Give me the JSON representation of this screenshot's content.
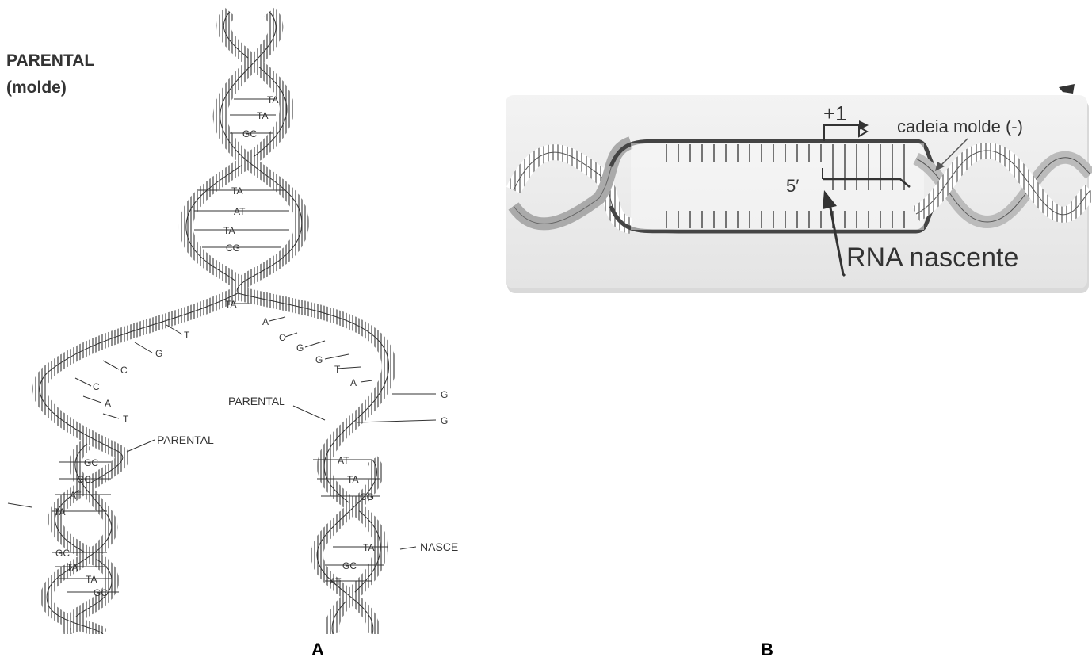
{
  "panel_a": {
    "title_line1": "PARENTAL",
    "title_line2": "(molde)",
    "pairs_top": [
      "TA",
      "TA",
      "GC"
    ],
    "pairs_mid": [
      "TA",
      "AT",
      "TA",
      "CG"
    ],
    "fork_pair": "TA",
    "left_bases": [
      "T",
      "G",
      "C",
      "C",
      "A",
      "T"
    ],
    "right_bases": [
      "A",
      "C",
      "G",
      "G",
      "T",
      "A"
    ],
    "right_outer_bases": [
      "G",
      "G"
    ],
    "label_parental_left": "PARENTAL",
    "label_parental_right": "PARENTAL",
    "left_lower_pairs": [
      "GC",
      "GC",
      "AT",
      "TA",
      "GC",
      "TA",
      "TA",
      "GC"
    ],
    "right_lower_pairs": [
      "AT",
      "TA",
      "CG",
      "TA",
      "GC",
      "AT"
    ],
    "label_nascent": "NASCE"
  },
  "panel_b": {
    "start_label": "+1",
    "template_label": "cadeia molde (-)",
    "five_prime": "5′",
    "rna_label": "RNA nascente"
  },
  "captions": {
    "a": "A",
    "b": "B"
  }
}
